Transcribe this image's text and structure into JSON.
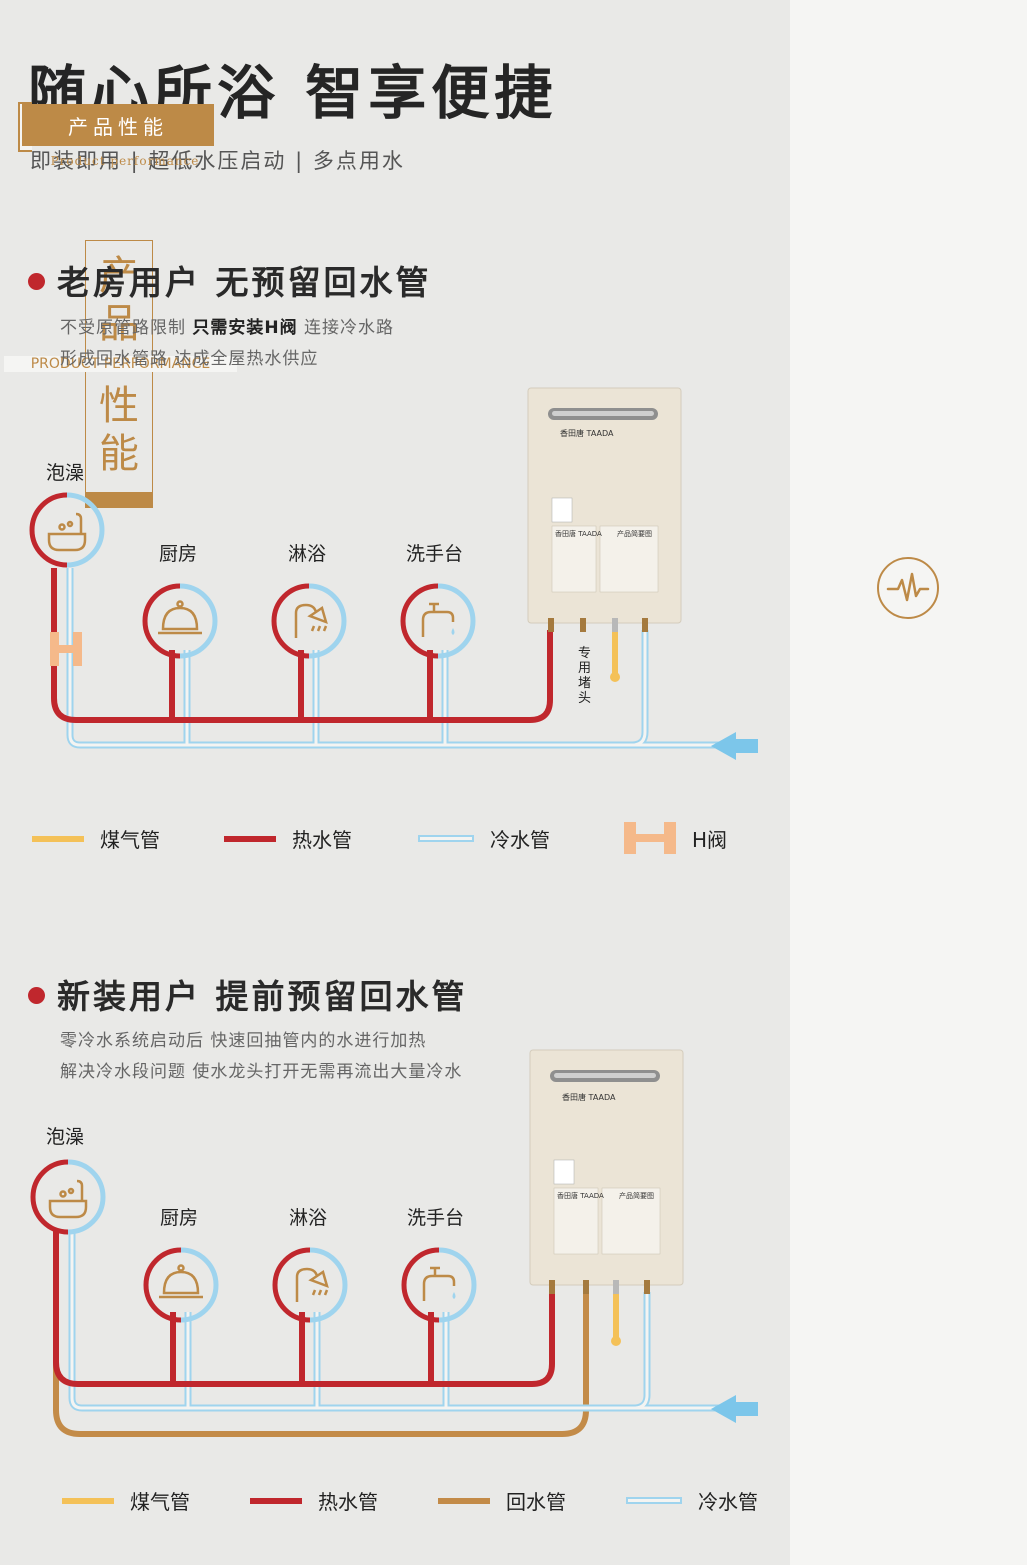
{
  "header": {
    "title": "随心所浴 智享便捷",
    "subtitle": "即装即用 | 超低水压启动 | 多点用水"
  },
  "sidebar": {
    "badge_label": "产品性能",
    "badge_en": "Product performance",
    "vertical_chars": [
      "产",
      "品",
      "性",
      "能"
    ],
    "vertical_en": "PRODUCT PERFORMANCE",
    "icon": "pulse-icon"
  },
  "section1": {
    "title": "老房用户 无预留回水管",
    "desc_line1_pre": "不受原管路限制 ",
    "desc_line1_bold": "只需安装H阀",
    "desc_line1_post": " 连接冷水路",
    "desc_line2": "形成回水管路 达成全屋热水供应",
    "labels": {
      "bath": "泡澡",
      "kitchen": "厨房",
      "shower": "淋浴",
      "sink": "洗手台"
    },
    "plug_label": [
      "专",
      "用",
      "堵",
      "头"
    ],
    "legend": {
      "gas": "煤气管",
      "hot": "热水管",
      "cold": "冷水管",
      "hvalve": "H阀"
    }
  },
  "section2": {
    "title": "新装用户 提前预留回水管",
    "desc_line1": "零冷水系统启动后 快速回抽管内的水进行加热",
    "desc_line2": "解决冷水段问题 使水龙头打开无需再流出大量冷水",
    "labels": {
      "bath": "泡澡",
      "kitchen": "厨房",
      "shower": "淋浴",
      "sink": "洗手台"
    },
    "legend": {
      "gas": "煤气管",
      "hot": "热水管",
      "return": "回水管",
      "cold": "冷水管"
    }
  },
  "heater": {
    "brand_cn": "香田唐",
    "brand_en": "TAADA",
    "panel_title": "产品简要图"
  },
  "colors": {
    "accent": "#bd8a47",
    "hot": "#c0272d",
    "cold": "#9fd4ee",
    "gas": "#f4c158",
    "return": "#c38b48",
    "arrow": "#7cc6ea",
    "hvalve": "#f5b98a"
  }
}
